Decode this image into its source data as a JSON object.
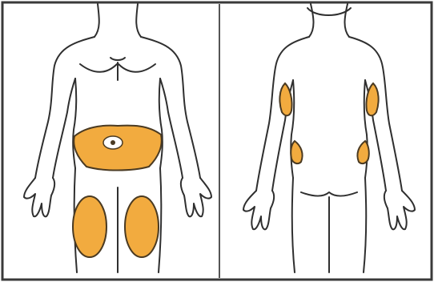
{
  "figure": {
    "panels": [
      {
        "view": "front",
        "icon": "body-front-icon"
      },
      {
        "view": "back",
        "icon": "body-back-icon"
      }
    ],
    "colors": {
      "outline": "#2f2f2f",
      "highlight_fill": "#f2ab3f",
      "highlight_stroke": "#4a3a22",
      "border": "#3a3a3a",
      "background": "#ffffff"
    },
    "highlighted_regions": [
      "abdomen",
      "left-thigh-front",
      "right-thigh-front",
      "left-upper-arm-back",
      "right-upper-arm-back",
      "left-hip-back",
      "right-hip-back"
    ]
  }
}
